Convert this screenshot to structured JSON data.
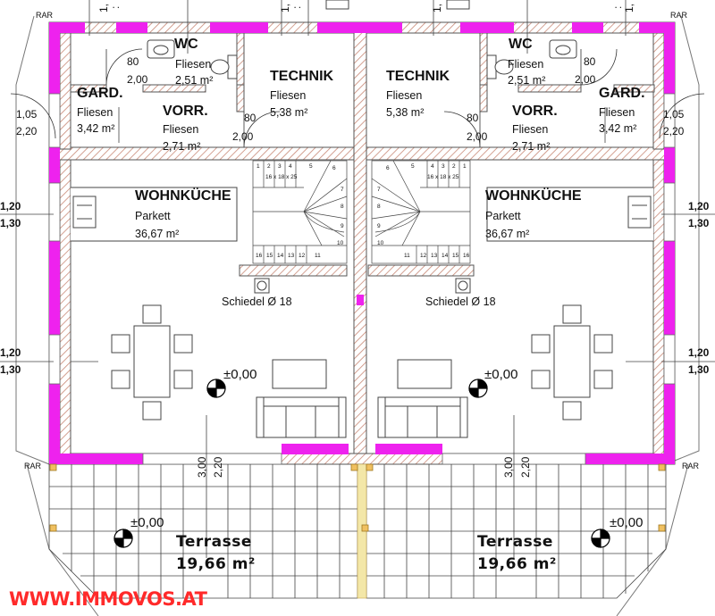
{
  "left_unit": {
    "wc": {
      "label": "WC",
      "floor": "Fliesen",
      "area": "2,51 m²"
    },
    "technik": {
      "label": "TECHNIK",
      "floor": "Fliesen",
      "area": "5,38 m²"
    },
    "gard": {
      "label": "GARD.",
      "floor": "Fliesen",
      "area": "3,42 m²"
    },
    "vorr": {
      "label": "VORR.",
      "floor": "Fliesen",
      "area": "2,71 m²"
    },
    "wohnkueche": {
      "label": "WOHNKÜCHE",
      "floor": "Parkett",
      "area": "36,67 m²"
    },
    "schiedel": "Schiedel Ø 18",
    "elevation": "±0,00",
    "terrace": {
      "label": "Terrasse",
      "area": "19,66 m²",
      "elevation": "±0,00"
    },
    "door_dims": {
      "wc": [
        "80",
        "2,00"
      ],
      "vorr": [
        "80",
        "2,00"
      ]
    },
    "window_dims": {
      "gard": [
        "1,05",
        "2,20"
      ],
      "upper": [
        "1,20",
        "1,30"
      ],
      "lower": [
        "1,20",
        "1,30"
      ],
      "terrace": [
        "3,00",
        "2,20"
      ]
    },
    "stair": {
      "spec": "16 x 18 x 25",
      "upper_steps": [
        "1",
        "2",
        "3",
        "4",
        "5",
        "6",
        "7",
        "8",
        "9",
        "10"
      ],
      "lower_steps": [
        "16",
        "15",
        "14",
        "13",
        "12",
        "11"
      ]
    }
  },
  "right_unit": {
    "wc": {
      "label": "WC",
      "floor": "Fliesen",
      "area": "2,51 m²"
    },
    "technik": {
      "label": "TECHNIK",
      "floor": "Fliesen",
      "area": "5,38 m²"
    },
    "gard": {
      "label": "GARD.",
      "floor": "Fliesen",
      "area": "3,42 m²"
    },
    "vorr": {
      "label": "VORR.",
      "floor": "Fliesen",
      "area": "2,71 m²"
    },
    "wohnkueche": {
      "label": "WOHNKÜCHE",
      "floor": "Parkett",
      "area": "36,67 m²"
    },
    "schiedel": "Schiedel Ø 18",
    "elevation": "±0,00",
    "terrace": {
      "label": "Terrasse",
      "area": "19,66 m²",
      "elevation": "±0,00"
    },
    "door_dims": {
      "wc": [
        "80",
        "2,00"
      ],
      "vorr": [
        "80",
        "2,00"
      ]
    },
    "window_dims": {
      "gard": [
        "1,05",
        "2,20"
      ],
      "upper": [
        "1,20",
        "1,30"
      ],
      "lower": [
        "1,20",
        "1,30"
      ],
      "terrace": [
        "3,00",
        "2,20"
      ]
    },
    "stair": {
      "spec": "16 x 18 x 25",
      "upper_steps": [
        "1",
        "2",
        "3",
        "4",
        "5",
        "6",
        "7",
        "8",
        "9",
        "10"
      ],
      "lower_steps": [
        "16",
        "15",
        "14",
        "13",
        "12",
        "11"
      ]
    }
  },
  "rar_label": "RAR",
  "top_cut_dims": [
    "1,",
    ":",
    "1,",
    ":",
    "1,",
    ":",
    "1,"
  ],
  "watermark": "WWW.IMMOVOS.AT",
  "colors": {
    "hatch": "#c98a78",
    "magenta": "#ee22ee",
    "wall": "#555555",
    "watermark": "#ff2a2a",
    "post": "#f0c060"
  }
}
